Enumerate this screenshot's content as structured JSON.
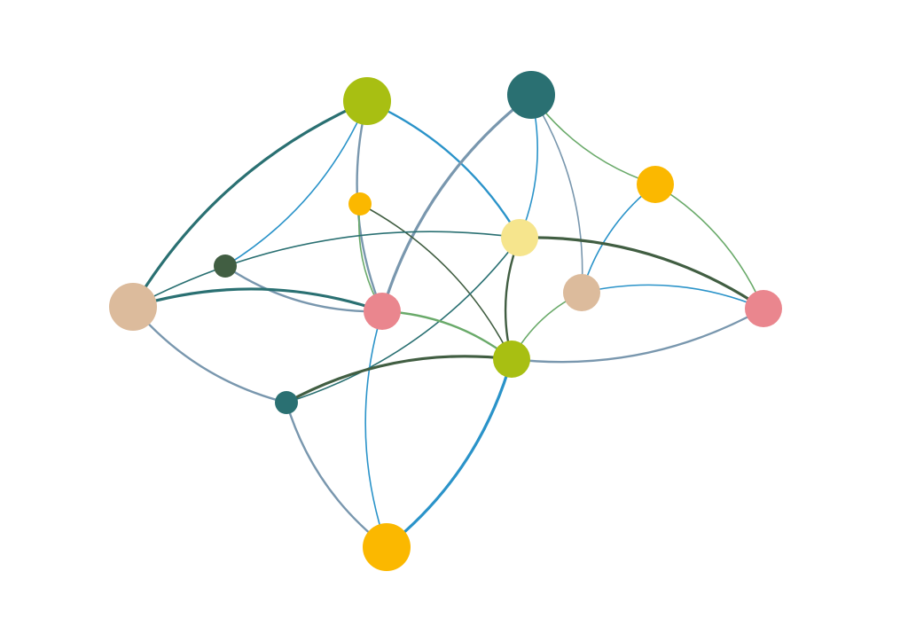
{
  "graph": {
    "nodes": [
      {
        "id": "n1",
        "color": "#a8bf12",
        "size": "large"
      },
      {
        "id": "n2",
        "color": "#2a7072",
        "size": "large"
      },
      {
        "id": "n3",
        "color": "#fbb800",
        "size": "medium"
      },
      {
        "id": "n4",
        "color": "#fbb800",
        "size": "small"
      },
      {
        "id": "n5",
        "color": "#f6e58d",
        "size": "medium"
      },
      {
        "id": "n6",
        "color": "#415e42",
        "size": "small"
      },
      {
        "id": "n7",
        "color": "#dcbb9c",
        "size": "large"
      },
      {
        "id": "n8",
        "color": "#ea868e",
        "size": "medium"
      },
      {
        "id": "n9",
        "color": "#dcbb9c",
        "size": "medium"
      },
      {
        "id": "n10",
        "color": "#ea868e",
        "size": "medium"
      },
      {
        "id": "n11",
        "color": "#a8bf12",
        "size": "medium"
      },
      {
        "id": "n12",
        "color": "#2a7072",
        "size": "small"
      },
      {
        "id": "n13",
        "color": "#fbb800",
        "size": "large"
      }
    ],
    "edges": [
      {
        "source": "n1",
        "target": "n7",
        "color": "#2a7072",
        "weight": "heavy"
      },
      {
        "source": "n1",
        "target": "n6",
        "color": "#2a93c9",
        "weight": "light"
      },
      {
        "source": "n1",
        "target": "n8",
        "color": "#7997ae",
        "weight": "medium"
      },
      {
        "source": "n1",
        "target": "n5",
        "color": "#2a93c9",
        "weight": "medium"
      },
      {
        "source": "n2",
        "target": "n8",
        "color": "#7997ae",
        "weight": "heavy"
      },
      {
        "source": "n2",
        "target": "n5",
        "color": "#2a93c9",
        "weight": "light"
      },
      {
        "source": "n2",
        "target": "n3",
        "color": "#6aaa6a",
        "weight": "light"
      },
      {
        "source": "n2",
        "target": "n9",
        "color": "#7997ae",
        "weight": "light"
      },
      {
        "source": "n3",
        "target": "n9",
        "color": "#2a93c9",
        "weight": "light"
      },
      {
        "source": "n3",
        "target": "n10",
        "color": "#6aaa6a",
        "weight": "light"
      },
      {
        "source": "n4",
        "target": "n8",
        "color": "#6aaa6a",
        "weight": "light"
      },
      {
        "source": "n4",
        "target": "n11",
        "color": "#415e42",
        "weight": "light"
      },
      {
        "source": "n5",
        "target": "n7",
        "color": "#2a7072",
        "weight": "light"
      },
      {
        "source": "n5",
        "target": "n10",
        "color": "#415e42",
        "weight": "heavy"
      },
      {
        "source": "n5",
        "target": "n11",
        "color": "#415e42",
        "weight": "medium"
      },
      {
        "source": "n5",
        "target": "n12",
        "color": "#2a7072",
        "weight": "light"
      },
      {
        "source": "n6",
        "target": "n8",
        "color": "#7997ae",
        "weight": "medium"
      },
      {
        "source": "n7",
        "target": "n8",
        "color": "#2a7072",
        "weight": "heavy"
      },
      {
        "source": "n7",
        "target": "n12",
        "color": "#7997ae",
        "weight": "medium"
      },
      {
        "source": "n8",
        "target": "n11",
        "color": "#6aaa6a",
        "weight": "medium"
      },
      {
        "source": "n8",
        "target": "n13",
        "color": "#2a93c9",
        "weight": "light"
      },
      {
        "source": "n9",
        "target": "n10",
        "color": "#2a93c9",
        "weight": "light"
      },
      {
        "source": "n9",
        "target": "n11",
        "color": "#6aaa6a",
        "weight": "light"
      },
      {
        "source": "n10",
        "target": "n11",
        "color": "#7997ae",
        "weight": "medium"
      },
      {
        "source": "n11",
        "target": "n12",
        "color": "#415e42",
        "weight": "heavy"
      },
      {
        "source": "n11",
        "target": "n13",
        "color": "#2a93c9",
        "weight": "heavy"
      },
      {
        "source": "n12",
        "target": "n13",
        "color": "#7997ae",
        "weight": "medium"
      }
    ]
  }
}
